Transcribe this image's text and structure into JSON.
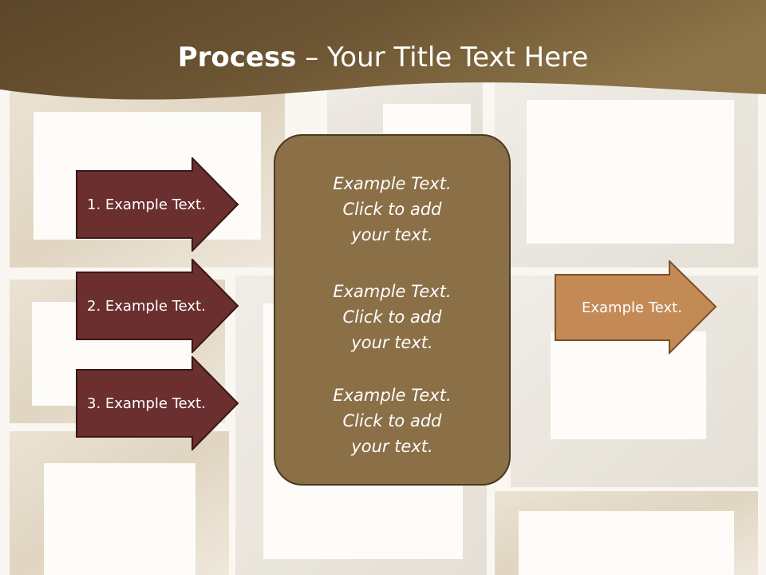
{
  "title": {
    "bold": "Process",
    "rest": " – Your Title Text Here"
  },
  "left_arrows": [
    {
      "label": "1. Example Text."
    },
    {
      "label": "2. Example Text."
    },
    {
      "label": "3. Example Text."
    }
  ],
  "center_items": [
    {
      "line1": "Example Text.",
      "line2": "Click  to add",
      "line3": "your text."
    },
    {
      "line1": "Example Text.",
      "line2": "Click  to add",
      "line3": "your text."
    },
    {
      "line1": "Example Text.",
      "line2": "Click  to add",
      "line3": "your text."
    }
  ],
  "right_arrow": {
    "label": "Example Text."
  },
  "colors": {
    "title_band": "#6b5433",
    "left_arrow_fill": "#6b2f2f",
    "center_fill": "#8a6f47",
    "right_arrow_fill": "#c48a56"
  }
}
